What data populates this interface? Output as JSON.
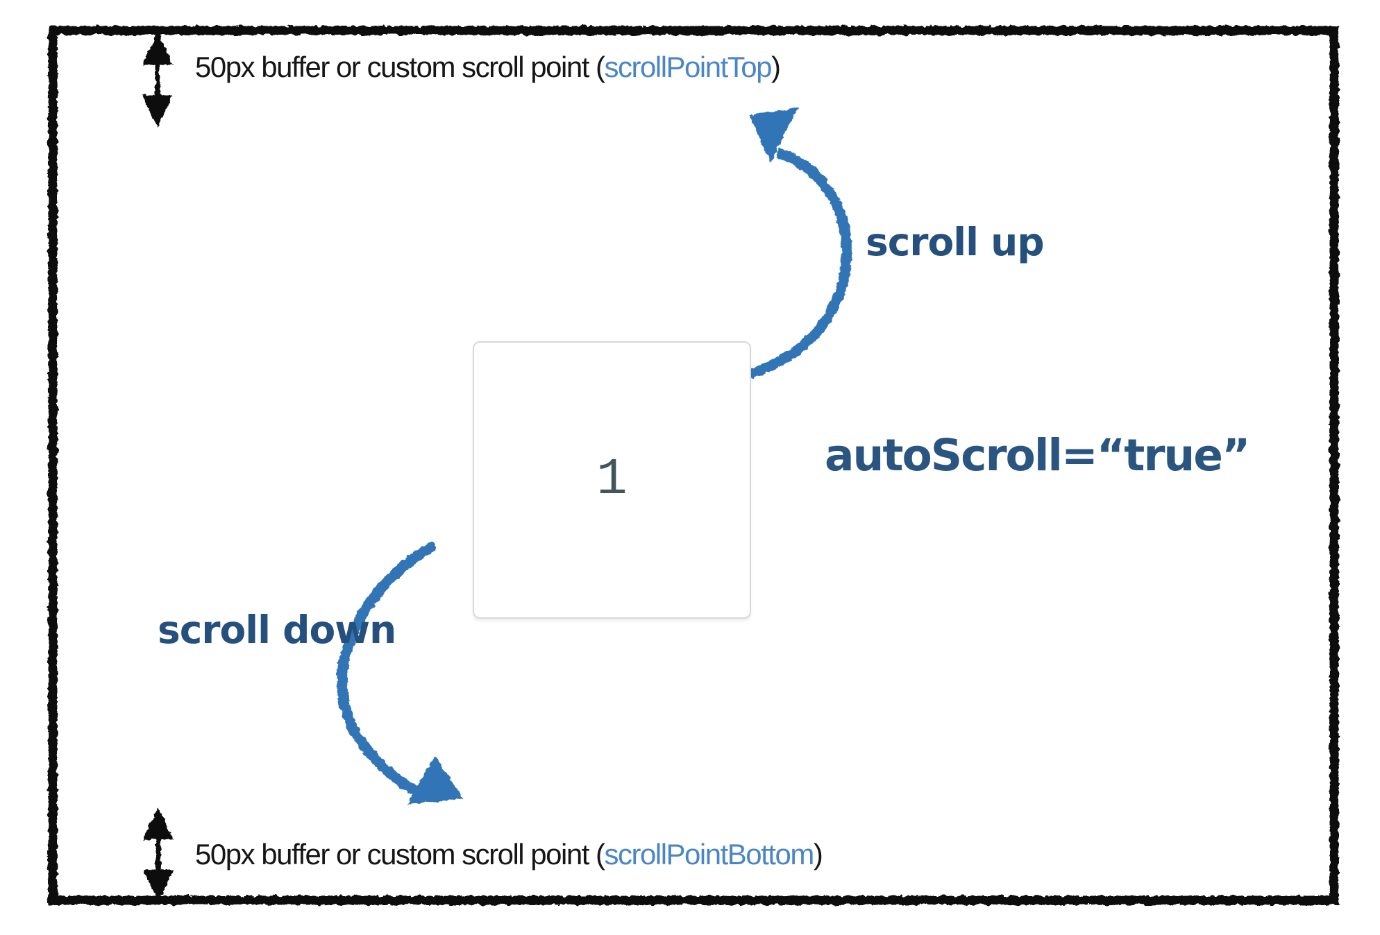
{
  "diagram": {
    "top_buffer_label": {
      "prefix": "50px buffer or custom scroll point (",
      "param": "scrollPointTop",
      "suffix": ")"
    },
    "bottom_buffer_label": {
      "prefix": "50px buffer or custom scroll point (",
      "param": "scrollPointBottom",
      "suffix": ")"
    },
    "scroll_up_label": "scroll up",
    "scroll_down_label": "scroll down",
    "auto_scroll_label": "autoScroll=“true”",
    "box_number": "1",
    "colors": {
      "border_black": "#0c0c0c",
      "scroll_line_blue": "#4e96e9",
      "arrow_blue": "#3075b6",
      "marker_text_navy": "#25507e",
      "param_link_blue": "#4a86c6",
      "label_text_black": "#161616",
      "box_border_gray": "#d8d8d8",
      "box_number_slate": "#42555a"
    }
  }
}
